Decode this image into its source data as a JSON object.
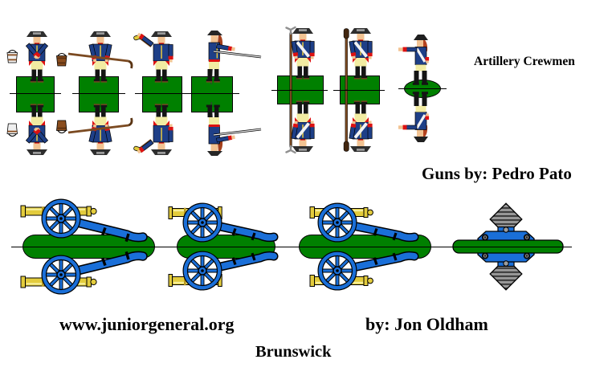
{
  "sheet": {
    "section_label": "Artillery Crewmen",
    "guns_credit": "Guns by: Pedro Pato",
    "website": "www.juniorgeneral.org",
    "figures_credit": "by: Jon Oldham",
    "title": "Brunswick"
  },
  "palette": {
    "background": "#ffffff",
    "base_green": "#008000",
    "uniform_coat_blue": "#1e3f87",
    "uniform_red": "#dd1111",
    "breeches_yellow": "#f2eca2",
    "flesh": "#f2c392",
    "gun_carriage_blue": "#1a6fd8",
    "gun_barrel_yellow": "#e3cc3d",
    "staff_brown": "#7b4a21",
    "metal_gray": "#9c9c9c",
    "outline": "#000000"
  },
  "crewmen": [
    {
      "figure": "crewman-carrying-buckets"
    },
    {
      "figure": "crewman-with-sponge-rammer"
    },
    {
      "figure": "crewman-with-linstock"
    },
    {
      "figure": "crewman-thrusting-handspike"
    },
    {
      "figure": "crewman-with-worm"
    },
    {
      "figure": "crewman-with-rammer"
    },
    {
      "figure": "officer-pointing"
    }
  ],
  "guns": [
    {
      "figure": "field-cannon-side-view"
    },
    {
      "figure": "field-cannon-side-view"
    },
    {
      "figure": "field-cannon-side-view"
    },
    {
      "figure": "gun-top-view"
    }
  ]
}
